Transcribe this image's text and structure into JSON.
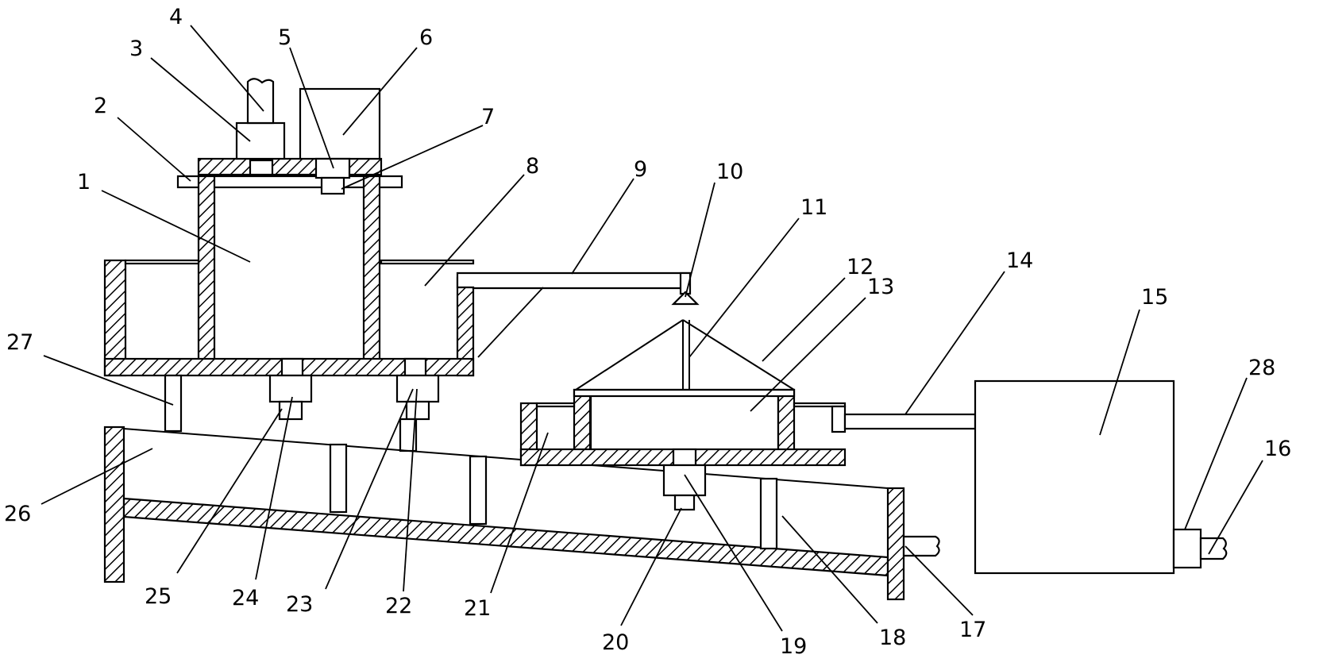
{
  "diagram": {
    "labels": [
      "1",
      "2",
      "3",
      "4",
      "5",
      "6",
      "7",
      "8",
      "9",
      "10",
      "11",
      "12",
      "13",
      "14",
      "15",
      "16",
      "17",
      "18",
      "19",
      "20",
      "21",
      "22",
      "23",
      "24",
      "25",
      "26",
      "27",
      "28"
    ]
  }
}
